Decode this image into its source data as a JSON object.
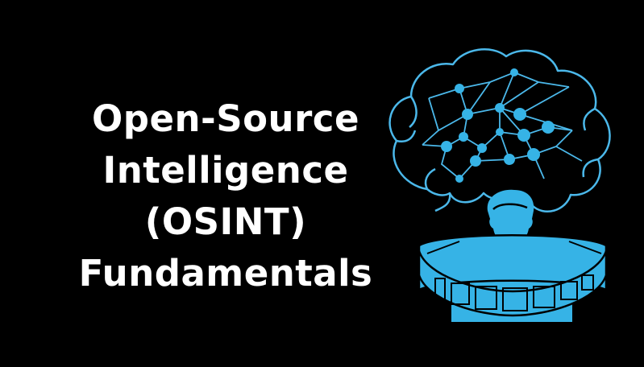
{
  "title": {
    "lines": [
      "Open-Source",
      "Intelligence",
      "(OSINT)",
      "Fundamentals"
    ]
  },
  "illustration": {
    "icon": "brain-network-person-icon",
    "accent_color": "#36b3e6",
    "outline_color": "#4bb8ea"
  },
  "colors": {
    "background": "#000000",
    "text": "#ffffff"
  }
}
